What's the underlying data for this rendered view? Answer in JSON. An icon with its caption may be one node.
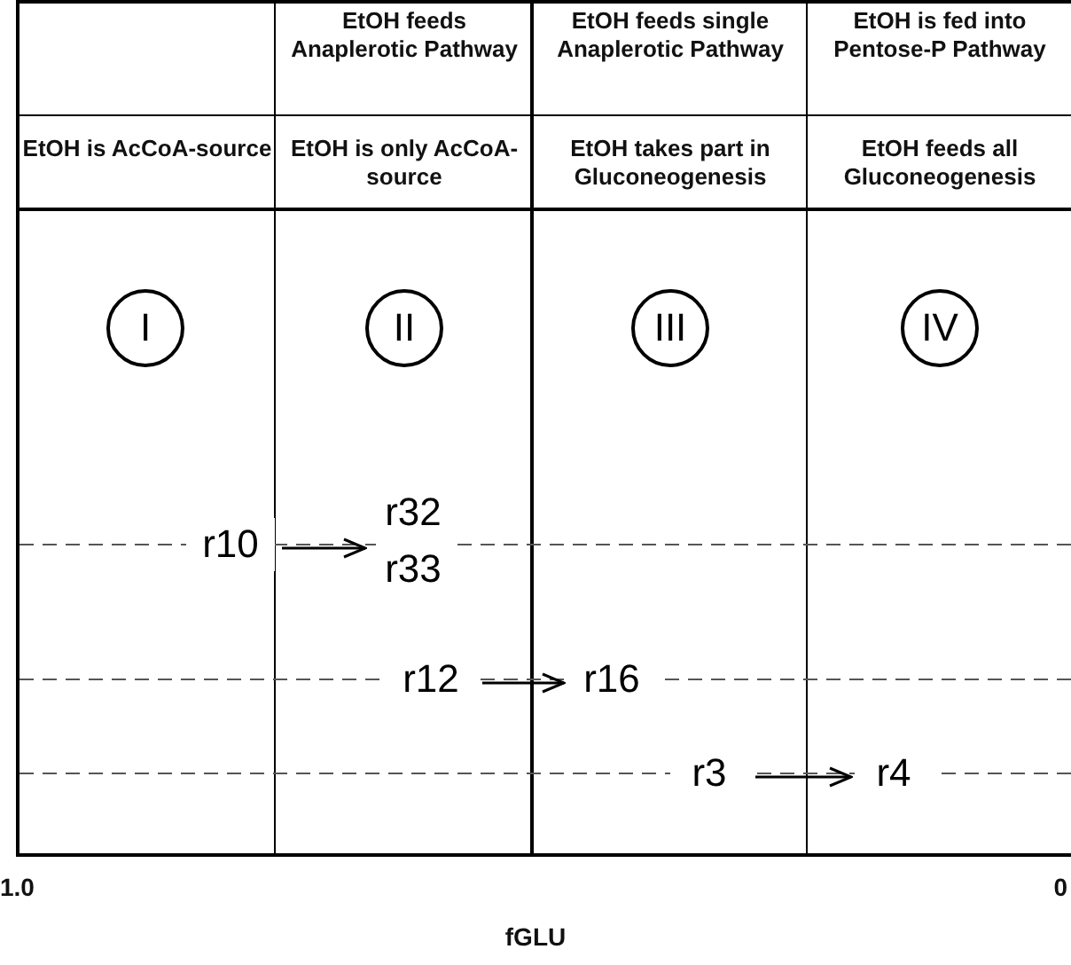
{
  "diagram": {
    "nodes": [
      {
        "text": [
          "I"
        ]
      },
      {
        "text": [
          "II"
        ]
      },
      {
        "text": [
          "III"
        ]
      },
      {
        "text": [
          "IV"
        ]
      },
      {
        "text": [
          "r10"
        ]
      },
      {
        "text": [
          "r32",
          "r33"
        ]
      },
      {
        "text": [
          "r12"
        ]
      },
      {
        "text": [
          "r16"
        ]
      },
      {
        "text": [
          "r3"
        ]
      },
      {
        "text": [
          "r4"
        ]
      }
    ],
    "edges": [
      {
        "from": 4,
        "to": 5,
        "arrow": "to"
      },
      {
        "from": 6,
        "to": 7,
        "arrow": "to"
      },
      {
        "from": 8,
        "to": 9,
        "arrow": "to"
      }
    ],
    "labels": [
      "EtOH feeds Anaplerotic Pathway",
      "EtOH feeds single Anaplerotic Pathway",
      "EtOH is fed into Pentose-P Pathway",
      "EtOH is AcCoA-source",
      "EtOH is only AcCoA-source",
      "EtOH takes part in Gluconeogenesis",
      "EtOH feeds all Gluconeogenesis",
      "1.0",
      "0",
      "fGLU"
    ]
  }
}
